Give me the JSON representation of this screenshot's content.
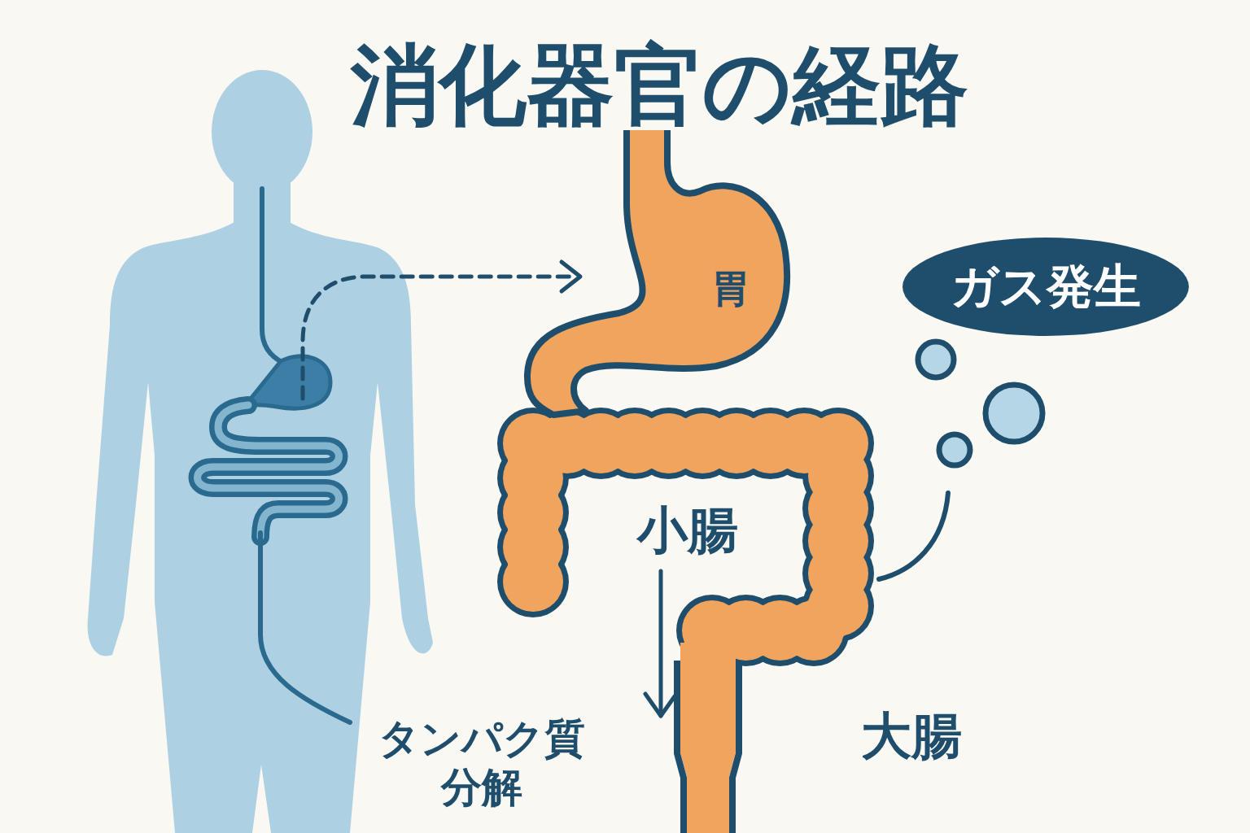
{
  "diagram": {
    "title": "消化器官の経路",
    "nodes": [
      {
        "text": [
          "胃"
        ]
      },
      {
        "text": [
          "ガス発生"
        ]
      }
    ],
    "labels": [
      "小腸",
      "大腸",
      "タンパク質 分解"
    ]
  }
}
